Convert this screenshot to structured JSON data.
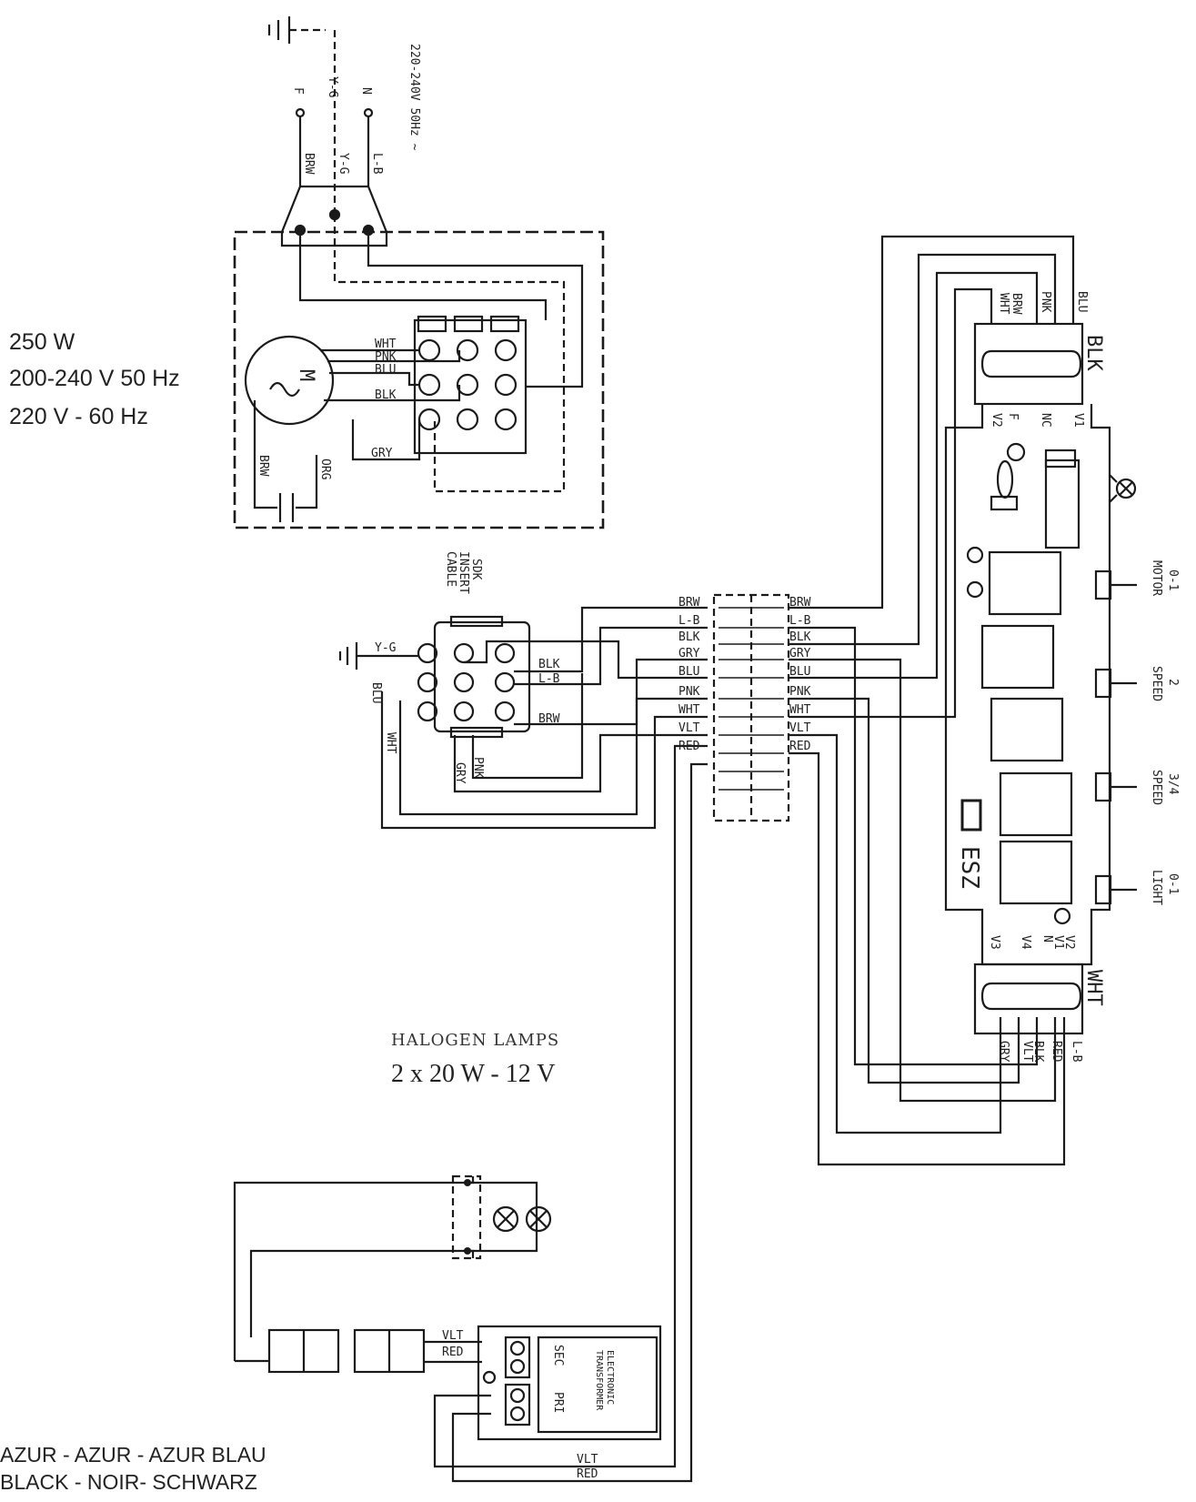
{
  "motor": {
    "power": "250 W",
    "voltage_a": "200-240 V 50 Hz",
    "voltage_b": "220 V - 60 Hz",
    "symbol": "M",
    "wire_labels": [
      "WHT",
      "PNK",
      "BLU",
      "BLK",
      "GRY",
      "BRW",
      "ORG"
    ]
  },
  "supply": {
    "rating": "220-240V 50Hz ~",
    "terminals": [
      "F",
      "Y-G",
      "N"
    ],
    "wires": [
      "BRW",
      "Y-G",
      "L-B"
    ]
  },
  "insert": {
    "title_lines": [
      "SDK",
      "INSERT",
      "CABLE"
    ],
    "left_labels": [
      "Y-G",
      "BLU",
      "WHT"
    ],
    "right_labels": [
      "BLK",
      "L-B",
      "BRW"
    ],
    "bottom_labels": [
      "GRY",
      "PNK"
    ]
  },
  "connector": {
    "wires": [
      "BRW",
      "L-B",
      "BLK",
      "GRY",
      "BLU",
      "PNK",
      "WHT",
      "VLT",
      "RED"
    ]
  },
  "board": {
    "name": "ESZ",
    "blk_connector": "BLK",
    "blk_pins": [
      "V1",
      "NC",
      "F",
      "V2"
    ],
    "blk_wires": [
      "BLU",
      "PNK",
      "BRW",
      "WHT"
    ],
    "wht_connector": "WHT",
    "wht_pins": [
      "V3",
      "V4",
      "N",
      "V1",
      "V2"
    ],
    "wht_wires": [
      "GRY",
      "VLT",
      "BLK",
      "RED",
      "L-B"
    ],
    "buttons": [
      {
        "line1": "0-1",
        "line2": "MOTOR"
      },
      {
        "line1": "2",
        "line2": "SPEED"
      },
      {
        "line1": "3/4",
        "line2": "SPEED"
      },
      {
        "line1": "0-1",
        "line2": "LIGHT"
      }
    ]
  },
  "lamps": {
    "title": "HALOGEN LAMPS",
    "rating": "2 x 20 W - 12 V"
  },
  "transformer": {
    "sec": "SEC",
    "pri": "PRI",
    "label_lines": [
      "ELECTRONIC",
      "TRANSFORMER"
    ],
    "wires": [
      "VLT",
      "RED"
    ],
    "bottom_wires": [
      "VLT",
      "RED"
    ]
  },
  "legend": [
    "AZUR - AZUR - AZUR BLAU",
    "BLACK - NOIR- SCHWARZ"
  ]
}
